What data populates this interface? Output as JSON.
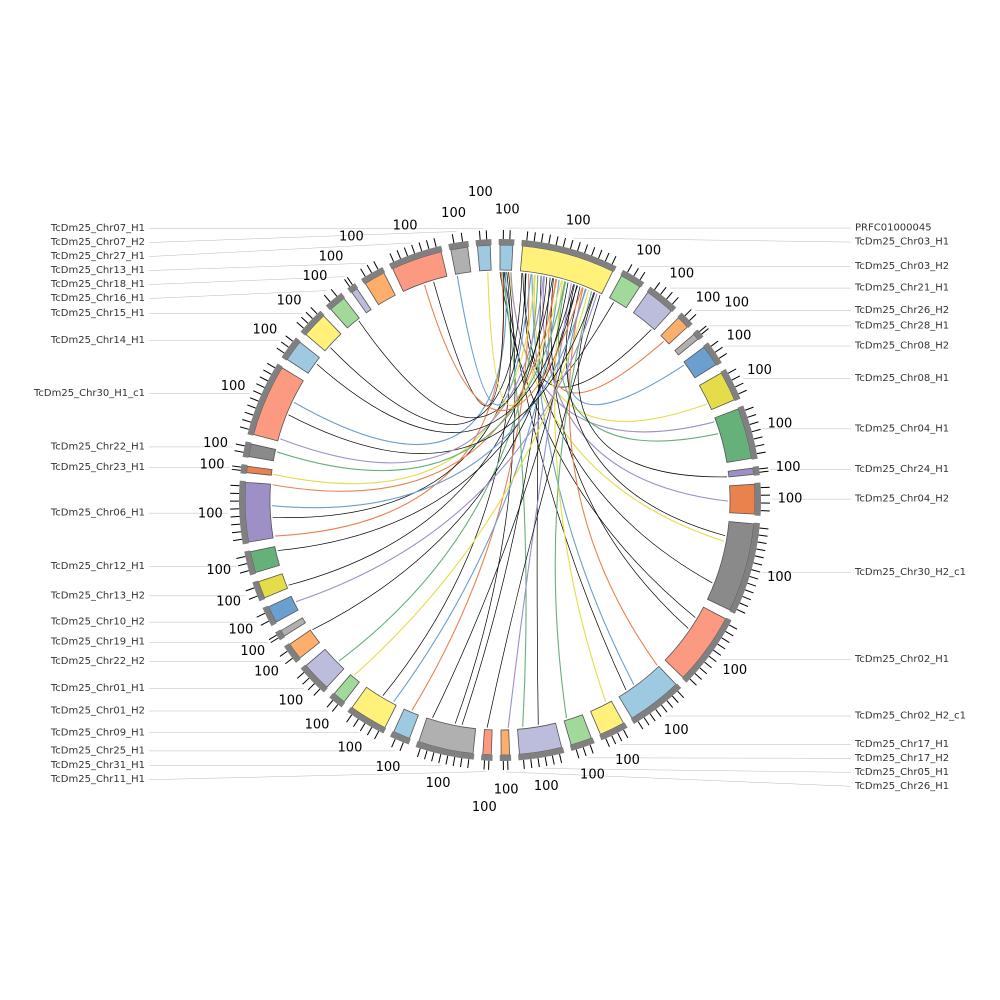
{
  "title": "Circos synteny plot",
  "gap_degrees": 2.2,
  "segments": [
    {
      "label": "PRFC01000045",
      "length": 3,
      "color": "#9ecae1"
    },
    {
      "label": "TcDm25_Chr03_H1",
      "length": 22,
      "color": "#fff17a"
    },
    {
      "label": "TcDm25_Chr03_H2",
      "length": 5,
      "color": "#a1d99b"
    },
    {
      "label": "TcDm25_Chr21_H1",
      "length": 7,
      "color": "#bcbddc"
    },
    {
      "label": "TcDm25_Chr26_H2",
      "length": 3,
      "color": "#fdae6b"
    },
    {
      "label": "TcDm25_Chr28_H1",
      "length": 1.5,
      "color": "#b0b0b0"
    },
    {
      "label": "TcDm25_Chr08_H2",
      "length": 5,
      "color": "#6a9fcf"
    },
    {
      "label": "TcDm25_Chr08_H1",
      "length": 7,
      "color": "#e5dc4a"
    },
    {
      "label": "TcDm25_Chr04_H1",
      "length": 12,
      "color": "#66b07a"
    },
    {
      "label": "TcDm25_Chr24_H1",
      "length": 1.5,
      "color": "#9e8fc7"
    },
    {
      "label": "TcDm25_Chr04_H2",
      "length": 7,
      "color": "#e9824d"
    },
    {
      "label": "TcDm25_Chr30_H2_c1",
      "length": 21,
      "color": "#8a8a8a"
    },
    {
      "label": "TcDm25_Chr02_H1",
      "length": 17,
      "color": "#fb9a80"
    },
    {
      "label": "TcDm25_Chr02_H2_c1",
      "length": 13,
      "color": "#9ecae1"
    },
    {
      "label": "TcDm25_Chr17_H1",
      "length": 6,
      "color": "#fff17a"
    },
    {
      "label": "TcDm25_Chr17_H2",
      "length": 5,
      "color": "#a1d99b"
    },
    {
      "label": "TcDm25_Chr05_H1",
      "length": 10,
      "color": "#bcbddc"
    },
    {
      "label": "TcDm25_Chr26_H1",
      "length": 2,
      "color": "#fdae6b"
    },
    {
      "label": "TcDm25_Chr11_H1",
      "length": 2,
      "color": "#fb9a80"
    },
    {
      "label": "TcDm25_Chr31_H1",
      "length": 13,
      "color": "#b0b0b0"
    },
    {
      "label": "TcDm25_Chr25_H1",
      "length": 4,
      "color": "#9ecae1"
    },
    {
      "label": "TcDm25_Chr09_H1",
      "length": 9,
      "color": "#fff17a"
    },
    {
      "label": "TcDm25_Chr01_H2",
      "length": 3,
      "color": "#a1d99b"
    },
    {
      "label": "TcDm25_Chr01_H1",
      "length": 7,
      "color": "#bcbddc"
    },
    {
      "label": "TcDm25_Chr22_H2",
      "length": 4,
      "color": "#fdae6b"
    },
    {
      "label": "TcDm25_Chr19_H1",
      "length": 1.5,
      "color": "#b0b0b0"
    },
    {
      "label": "TcDm25_Chr10_H2",
      "length": 4,
      "color": "#6a9fcf"
    },
    {
      "label": "TcDm25_Chr13_H2",
      "length": 4,
      "color": "#e5dc4a"
    },
    {
      "label": "TcDm25_Chr12_H1",
      "length": 5,
      "color": "#66b07a"
    },
    {
      "label": "TcDm25_Chr06_H1",
      "length": 14,
      "color": "#9e8fc7"
    },
    {
      "label": "TcDm25_Chr23_H1",
      "length": 1.5,
      "color": "#e9824d"
    },
    {
      "label": "TcDm25_Chr22_H1",
      "length": 3,
      "color": "#8a8a8a"
    },
    {
      "label": "TcDm25_Chr30_H1_c1",
      "length": 17,
      "color": "#fb9a80"
    },
    {
      "label": "TcDm25_Chr14_H1",
      "length": 5,
      "color": "#9ecae1"
    },
    {
      "label": "TcDm25_Chr15_H1",
      "length": 6,
      "color": "#fff17a"
    },
    {
      "label": "TcDm25_Chr16_H1",
      "length": 4,
      "color": "#a1d99b"
    },
    {
      "label": "TcDm25_Chr18_H1",
      "length": 1.5,
      "color": "#bcbddc"
    },
    {
      "label": "TcDm25_Chr13_H1",
      "length": 5,
      "color": "#fdae6b"
    },
    {
      "label": "TcDm25_Chr27_H1",
      "length": 12,
      "color": "#fb9a80"
    },
    {
      "label": "TcDm25_Chr07_H2",
      "length": 4,
      "color": "#b0b0b0"
    },
    {
      "label": "TcDm25_Chr07_H1",
      "length": 3,
      "color": "#9ecae1"
    }
  ],
  "links": [
    [
      0,
      12
    ],
    [
      0,
      13
    ],
    [
      0,
      19
    ],
    [
      0,
      29
    ],
    [
      0,
      32
    ],
    [
      0,
      11
    ],
    [
      0,
      16
    ],
    [
      0,
      21
    ],
    [
      0,
      8
    ],
    [
      0,
      38
    ],
    [
      1,
      2
    ],
    [
      1,
      3
    ],
    [
      1,
      4
    ],
    [
      1,
      6
    ],
    [
      1,
      7
    ],
    [
      1,
      8
    ],
    [
      1,
      9
    ],
    [
      1,
      10
    ],
    [
      1,
      11
    ],
    [
      1,
      11
    ],
    [
      1,
      12
    ],
    [
      1,
      13
    ],
    [
      1,
      13
    ],
    [
      1,
      14
    ],
    [
      1,
      15
    ],
    [
      1,
      16
    ],
    [
      1,
      17
    ],
    [
      1,
      18
    ],
    [
      1,
      19
    ],
    [
      1,
      19
    ],
    [
      1,
      20
    ],
    [
      1,
      21
    ],
    [
      1,
      22
    ],
    [
      1,
      23
    ],
    [
      1,
      24
    ],
    [
      1,
      26
    ],
    [
      1,
      27
    ],
    [
      1,
      28
    ],
    [
      1,
      29
    ],
    [
      1,
      29
    ],
    [
      1,
      29
    ],
    [
      1,
      30
    ],
    [
      1,
      31
    ],
    [
      1,
      32
    ],
    [
      1,
      32
    ],
    [
      1,
      33
    ],
    [
      1,
      34
    ],
    [
      1,
      35
    ],
    [
      1,
      38
    ],
    [
      1,
      39
    ],
    [
      1,
      40
    ]
  ],
  "link_colors": [
    "#000000",
    "#000000",
    "#000000",
    "#e9824d",
    "#6a9fcf",
    "#e5dc4a",
    "#66b07a",
    "#000000",
    "#9e8fc7"
  ]
}
